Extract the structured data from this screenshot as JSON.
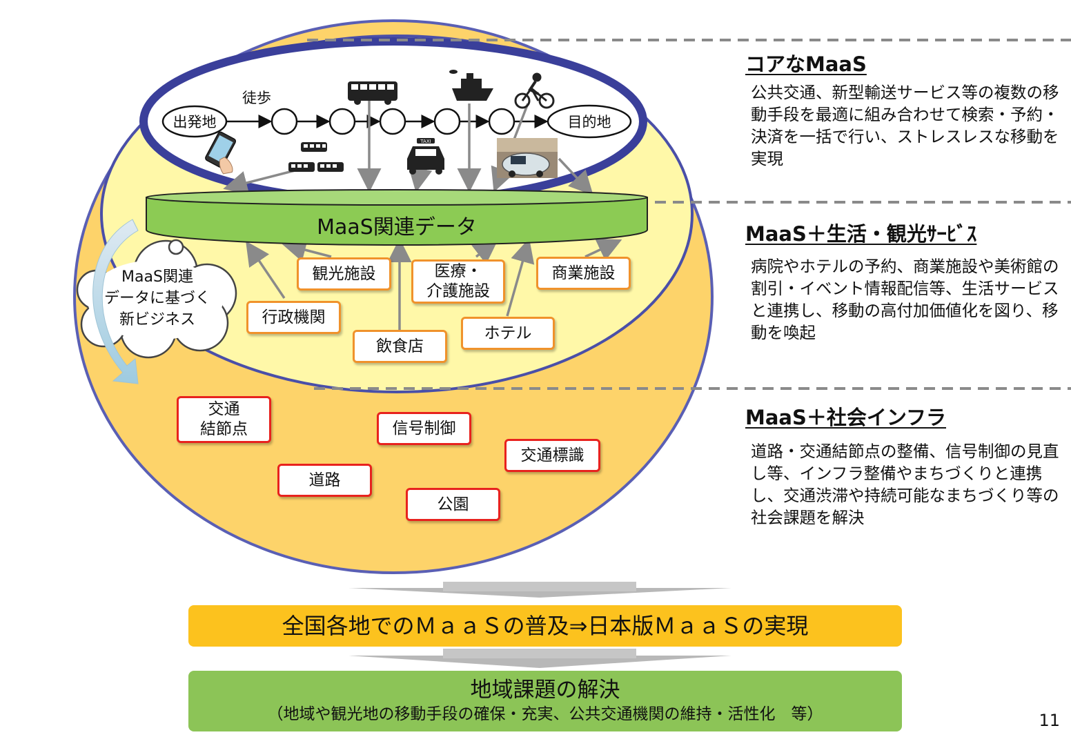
{
  "diagram": {
    "origin": "出発地",
    "destination": "目的地",
    "walk_label": "徒歩",
    "data_band": "MaaS関連データ",
    "cloud_text": "MaaS関連\nデータに基づく\n新ビジネス",
    "life_services": [
      "観光施設",
      "医療・\n介護施設",
      "商業施設",
      "行政機関",
      "飲食店",
      "ホテル"
    ],
    "infrastructure": [
      "交通\n結節点",
      "信号制御",
      "交通標識",
      "道路",
      "公園"
    ],
    "taxi_sign": "TAXI",
    "colors": {
      "outer_fill": "#fdd36a",
      "inner_fill": "#fff8a8",
      "ring": "#3a3f9a",
      "band": "#8ccb54",
      "orange_box": "#f0922b",
      "red_box": "#e8221e"
    },
    "icons": [
      "smartphone-icon",
      "train-icon",
      "bus-icon",
      "ship-icon",
      "bicycle-icon",
      "taxi-icon",
      "small-ev-car-icon"
    ]
  },
  "levels": [
    {
      "heading": "コアなMaaS",
      "text": "公共交通、新型輸送サービス等の複数の移動手段を最適に組み合わせて検索・予約・決済を一括で行い、ストレスレスな移動を実現"
    },
    {
      "heading": "MaaS＋生活・観光ｻｰﾋﾞｽ",
      "text": "病院やホテルの予約、商業施設や美術館の割引・イベント情報配信等、生活サービスと連携し、移動の高付加価値化を図り、移動を喚起"
    },
    {
      "heading": "MaaS＋社会インフラ",
      "text": "道路・交通結節点の整備、信号制御の見直し等、インフラ整備やまちづくりと連携し、交通渋滞や持続可能なまちづくり等の社会課題を解決"
    }
  ],
  "banner_yellow": "全国各地でのＭａａＳの普及⇒日本版ＭａａＳの実現",
  "banner_green_title": "地域課題の解決",
  "banner_green_sub": "（地域や観光地の移動手段の確保・充実、公共交通機関の維持・活性化　等）",
  "page_number": "11"
}
